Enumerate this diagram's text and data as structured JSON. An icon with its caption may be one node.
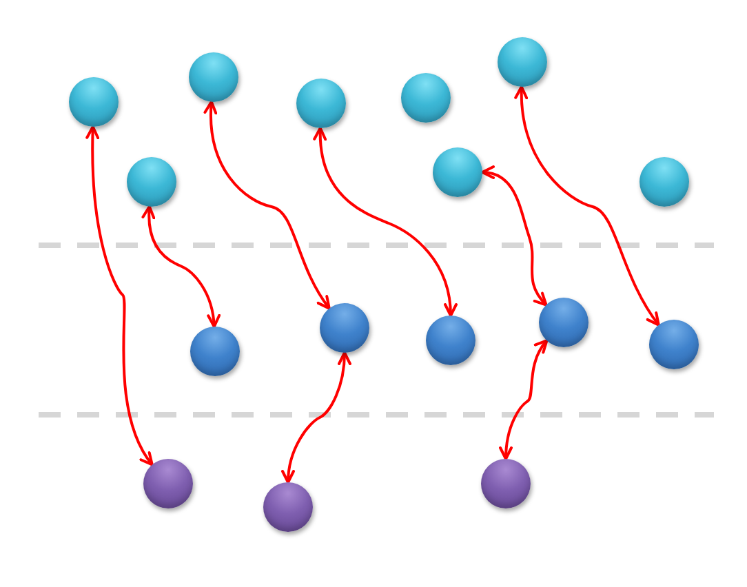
{
  "diagram": {
    "nodes": [
      {
        "text": [],
        "shape": "circle"
      },
      {
        "text": [],
        "shape": "circle"
      },
      {
        "text": [],
        "shape": "circle"
      },
      {
        "text": [],
        "shape": "circle"
      },
      {
        "text": [],
        "shape": "circle"
      },
      {
        "text": [],
        "shape": "circle"
      },
      {
        "text": [],
        "shape": "circle"
      },
      {
        "text": [],
        "shape": "circle"
      },
      {
        "text": [],
        "shape": "circle"
      },
      {
        "text": [],
        "shape": "circle"
      },
      {
        "text": [],
        "shape": "circle"
      },
      {
        "text": [],
        "shape": "circle"
      },
      {
        "text": [],
        "shape": "circle"
      },
      {
        "text": [],
        "shape": "circle"
      },
      {
        "text": [],
        "shape": "circle"
      },
      {
        "text": [],
        "shape": "circle"
      }
    ],
    "edges": [
      {
        "from": 0,
        "to": 13,
        "arrow": "both"
      },
      {
        "from": 1,
        "to": 8,
        "arrow": "both"
      },
      {
        "from": 2,
        "to": 9,
        "arrow": "both"
      },
      {
        "from": 3,
        "to": 10,
        "arrow": "both"
      },
      {
        "from": 5,
        "to": 11,
        "arrow": "both"
      },
      {
        "from": 6,
        "to": 12,
        "arrow": "both"
      },
      {
        "from": 9,
        "to": 14,
        "arrow": "both"
      },
      {
        "from": 11,
        "to": 15,
        "arrow": "both"
      }
    ]
  }
}
